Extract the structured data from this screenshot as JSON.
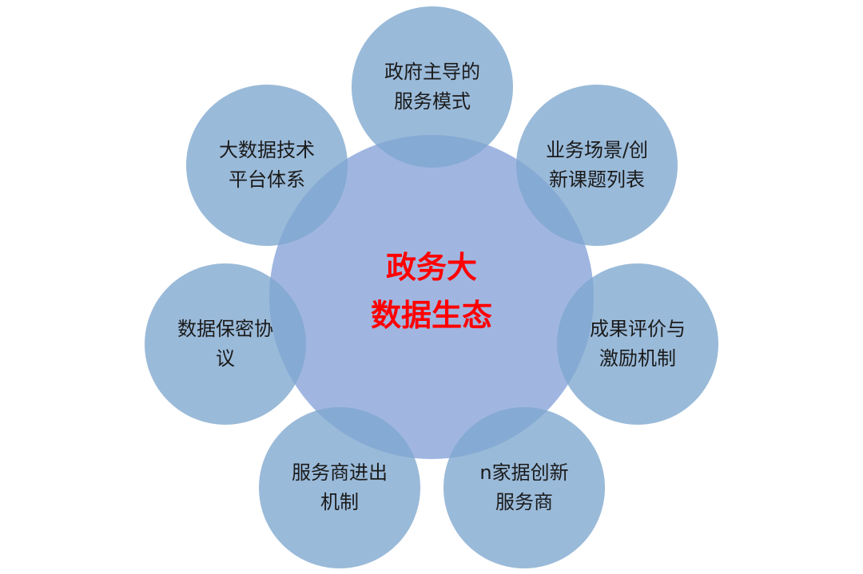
{
  "colors": {
    "center_fill": "#8FA9DC",
    "satellite_fill": "#7DA6CE",
    "center_text": "#FF0000",
    "satellite_text": "#1A1A1A"
  },
  "center": {
    "lines": [
      "政务大",
      "数据生态"
    ]
  },
  "satellites": [
    {
      "lines": [
        "政府主导的",
        "服务模式"
      ]
    },
    {
      "lines": [
        "业务场景/创",
        "新课题列表"
      ]
    },
    {
      "lines": [
        "成果评价与",
        "激励机制"
      ]
    },
    {
      "lines": [
        "n家据创新",
        "服务商"
      ]
    },
    {
      "lines": [
        "服务商进出",
        "机制"
      ]
    },
    {
      "lines": [
        "数据保密协",
        "议"
      ]
    },
    {
      "lines": [
        "大数据技术",
        "平台体系"
      ]
    }
  ]
}
